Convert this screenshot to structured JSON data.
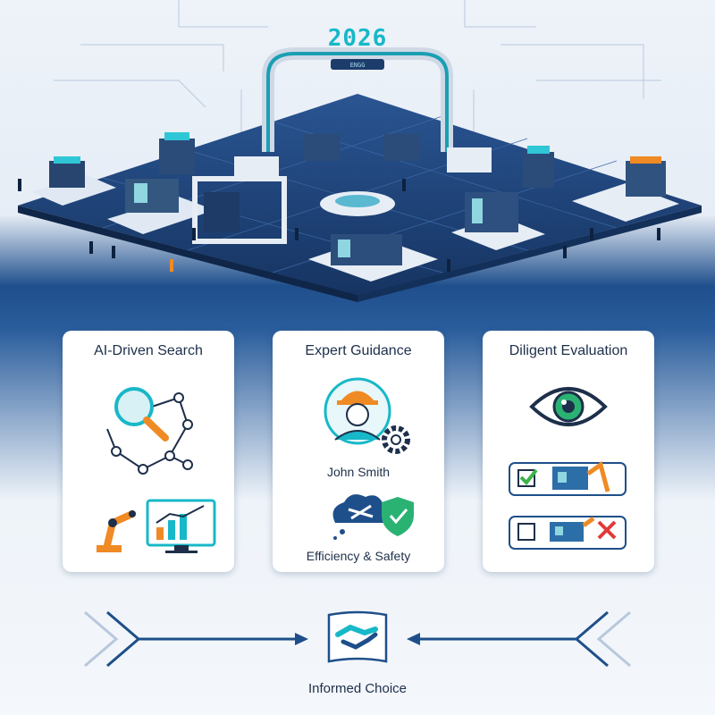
{
  "hero": {
    "year": "2026",
    "gate_label": "ENGG",
    "illustration": "isometric-factory-floor"
  },
  "cards": [
    {
      "title": "AI-Driven Search",
      "icons": [
        "magnifier-network-icon",
        "robot-arm-icon",
        "analytics-monitor-icon"
      ]
    },
    {
      "title": "Expert Guidance",
      "expert_name": "John Smith",
      "tagline": "Efficiency & Safety",
      "icons": [
        "engineer-avatar-icon",
        "gear-icon",
        "tools-cloud-icon",
        "shield-check-icon"
      ]
    },
    {
      "title": "Diligent Evaluation",
      "icons": [
        "eye-icon",
        "approved-machine-icon",
        "rejected-machine-icon"
      ],
      "options": [
        {
          "status": "approved",
          "mark": "check-icon"
        },
        {
          "status": "rejected",
          "mark": "cross-icon"
        }
      ]
    }
  ],
  "footer": {
    "label": "Informed Choice",
    "icon": "handshake-icon"
  },
  "colors": {
    "teal": "#17b8c8",
    "navy": "#1d2f4a",
    "orange": "#f08a24",
    "floor": "#1c3c6e",
    "green": "#3cb34a",
    "red": "#e23a3a"
  }
}
